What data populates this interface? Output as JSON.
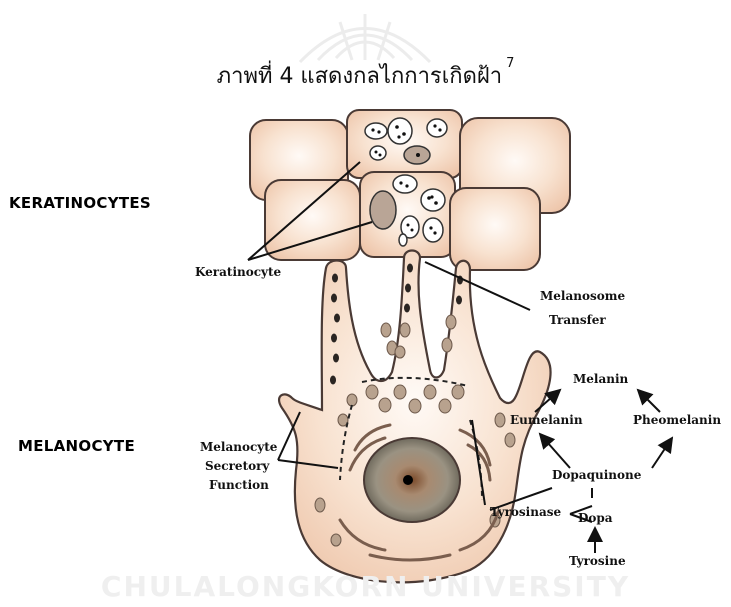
{
  "caption": {
    "text": "ภาพที่ 4 แสดงกลไกการเกิดฝ้า",
    "ref": "7"
  },
  "side_labels": {
    "keratinocytes": "KERATINOCYTES",
    "melanocyte": "MELANOCYTE"
  },
  "labels": {
    "keratinocyte": "Keratinocyte",
    "melanosome_transfer_1": "Melanosome",
    "melanosome_transfer_2": "Transfer",
    "secretory_1": "Melanocyte",
    "secretory_2": "Secretory",
    "secretory_3": "Function"
  },
  "pathway": {
    "melanin": "Melanin",
    "eumelanin": "Eumelanin",
    "pheomelanin": "Pheomelanin",
    "dopaquinone": "Dopaquinone",
    "tyrosinase": "Tyrosinase",
    "dopa": "Dopa",
    "tyrosine": "Tyrosine"
  },
  "watermark": "CHULALONGKORN UNIVERSITY",
  "colors": {
    "cell_fill": "#f6dcc8",
    "cell_stroke": "#4a3a35",
    "nucleus": "#8f7f6a",
    "granule": "#1a1a1a"
  }
}
